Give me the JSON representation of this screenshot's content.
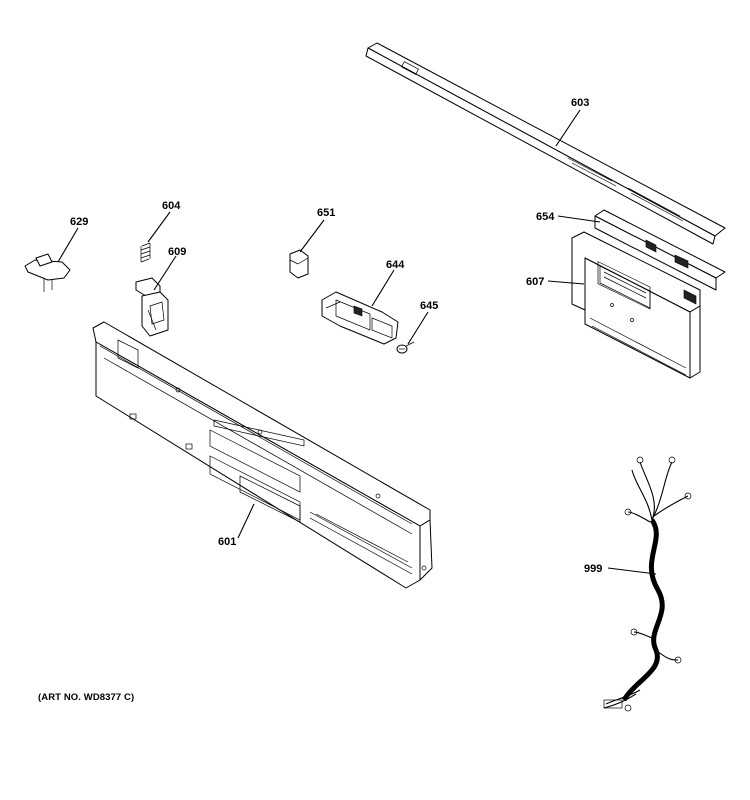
{
  "callouts": [
    {
      "id": "603",
      "label": "603"
    },
    {
      "id": "604",
      "label": "604"
    },
    {
      "id": "629",
      "label": "629"
    },
    {
      "id": "609",
      "label": "609"
    },
    {
      "id": "651",
      "label": "651"
    },
    {
      "id": "654",
      "label": "654"
    },
    {
      "id": "644",
      "label": "644"
    },
    {
      "id": "607",
      "label": "607"
    },
    {
      "id": "645",
      "label": "645"
    },
    {
      "id": "601",
      "label": "601"
    },
    {
      "id": "999",
      "label": "999"
    }
  ],
  "art_number": "(ART NO. WD8377 C)"
}
